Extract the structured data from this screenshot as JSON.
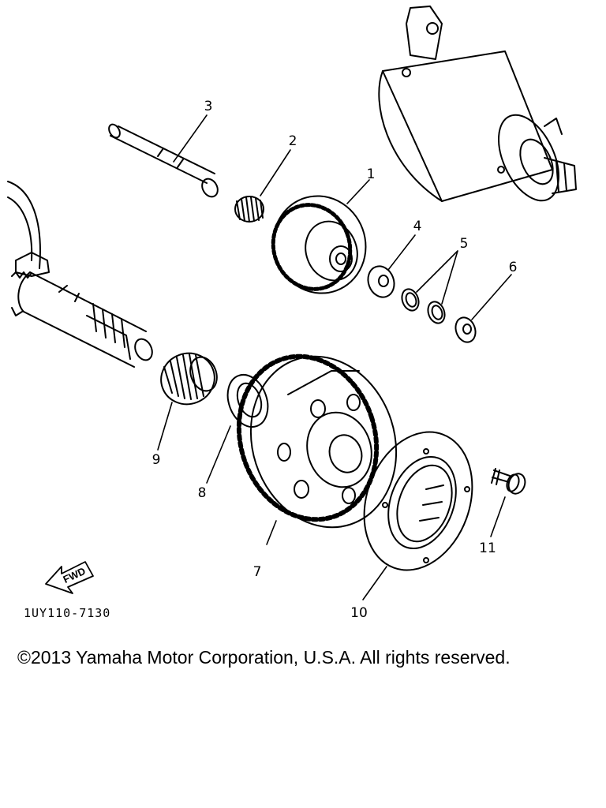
{
  "diagram": {
    "callouts": [
      "1",
      "2",
      "3",
      "4",
      "5",
      "6",
      "7",
      "8",
      "9",
      "10",
      "11"
    ],
    "fwd_label": "FWD",
    "drawing_code": "1UY110-7130"
  },
  "footer": {
    "copyright": "©2013 Yamaha Motor Corporation, U.S.A. All rights reserved."
  }
}
